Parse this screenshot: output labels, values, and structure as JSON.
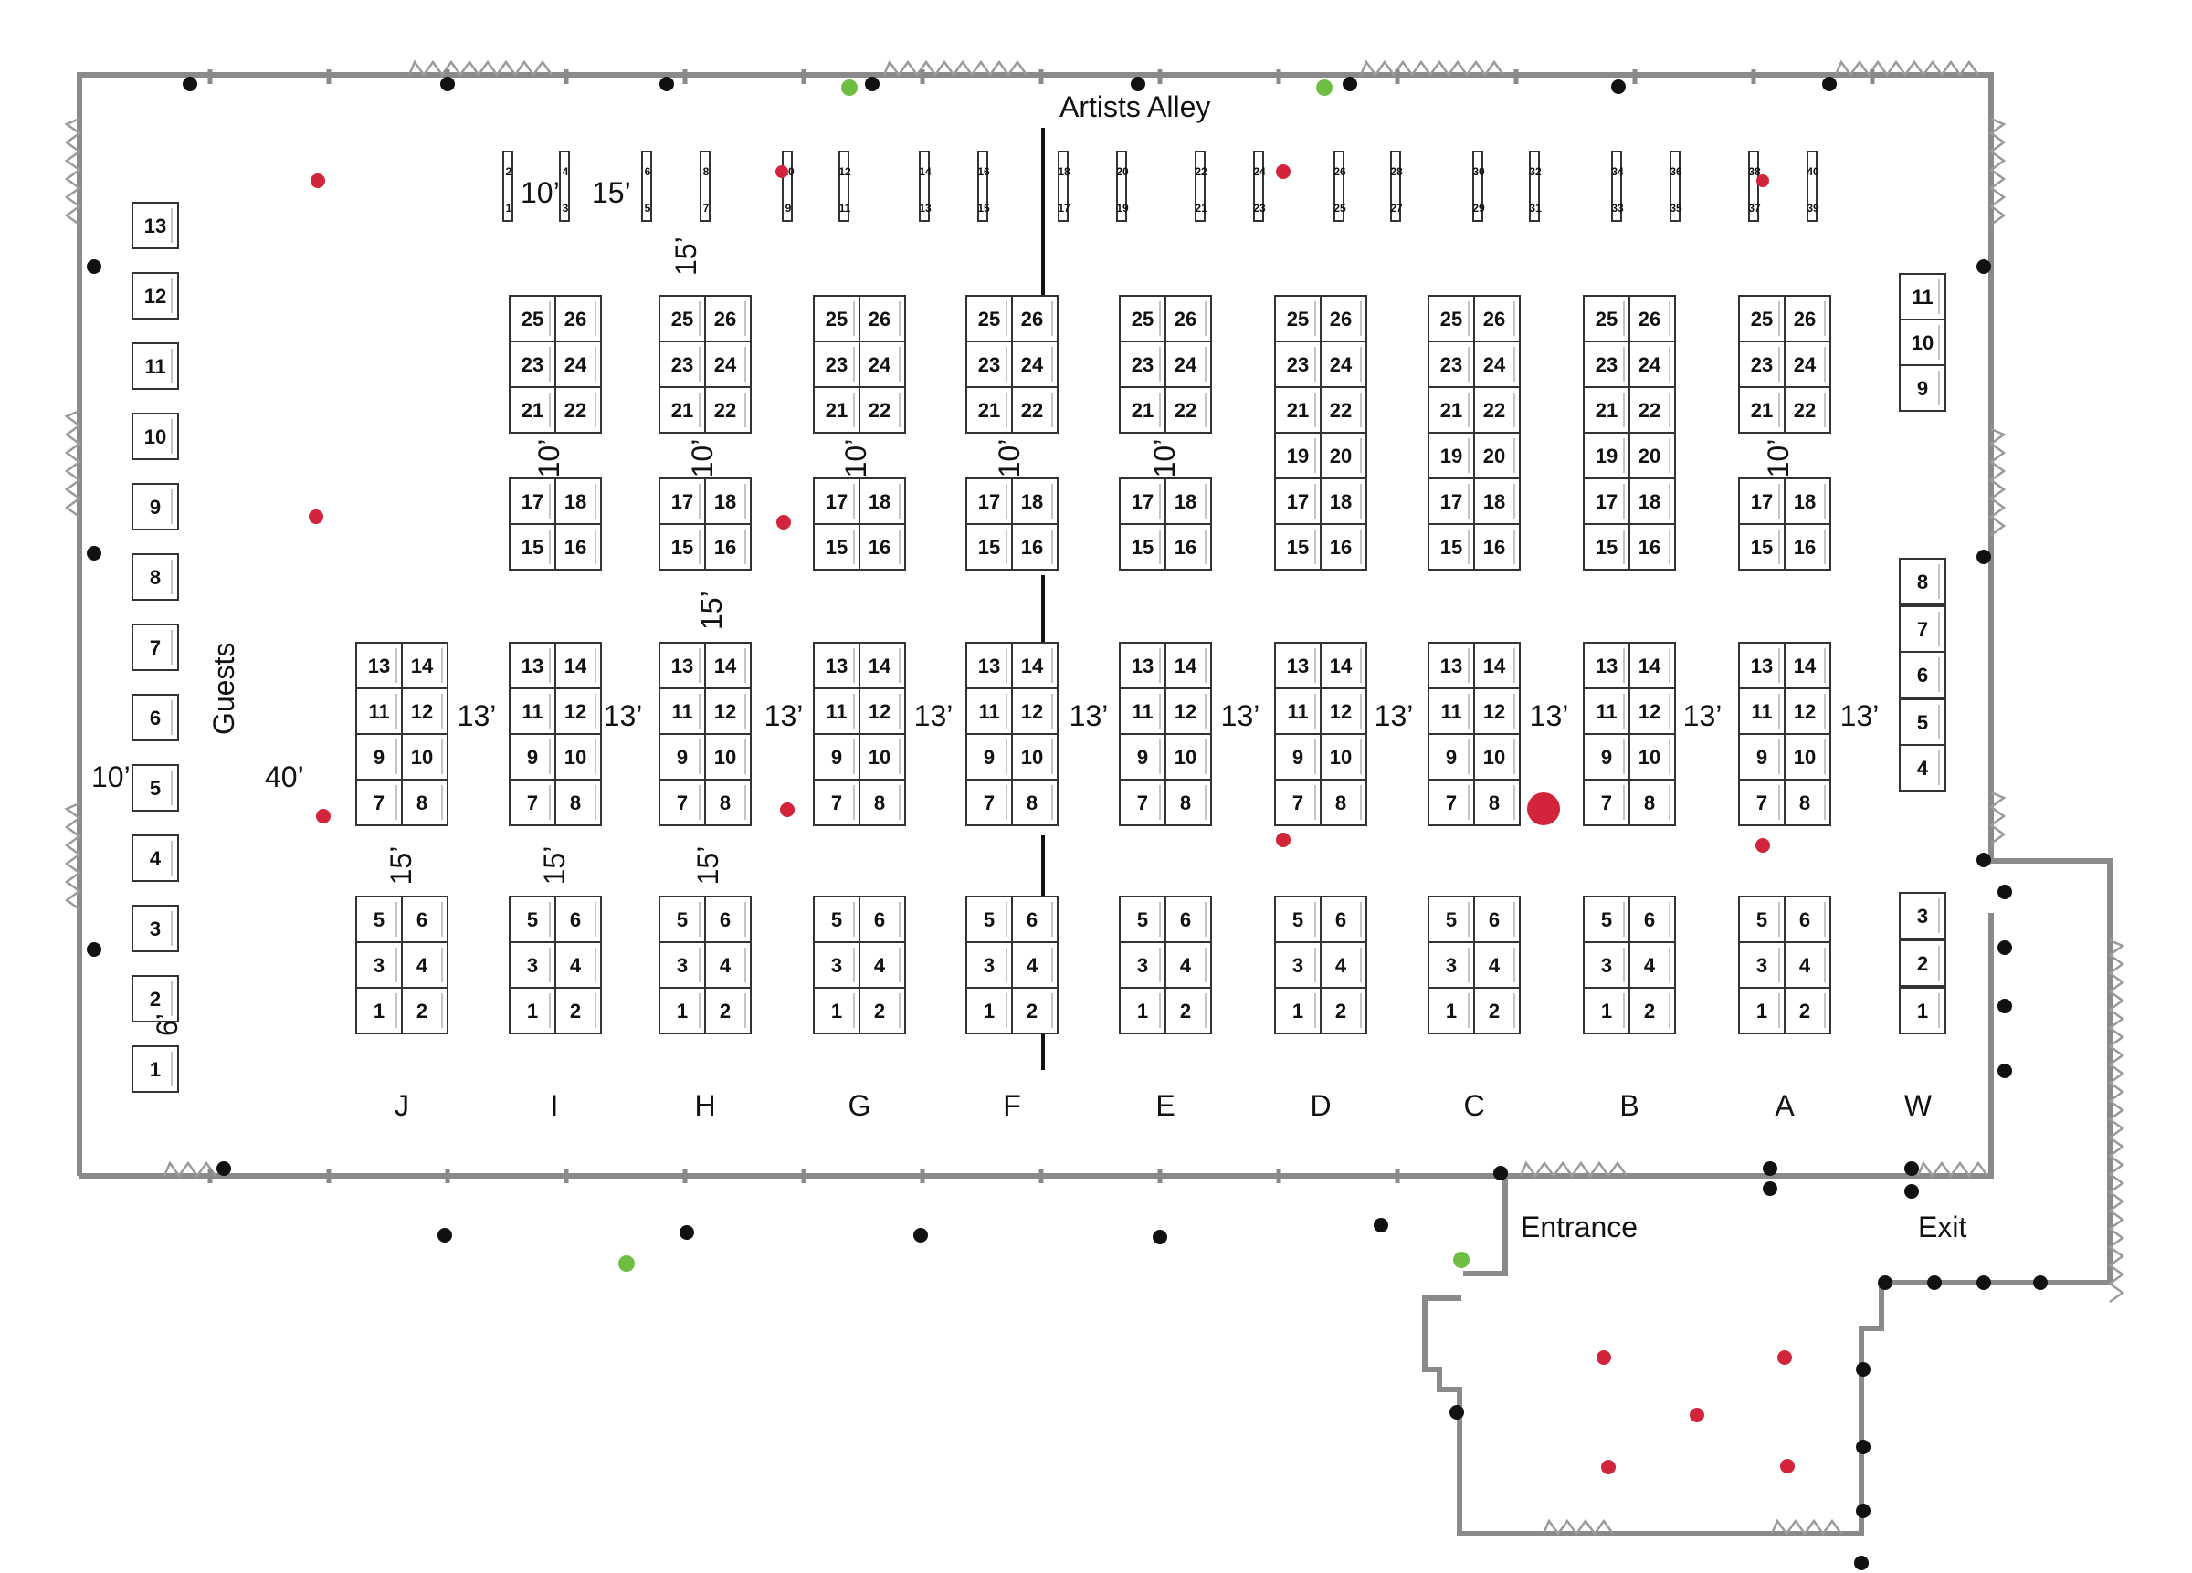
{
  "labels": {
    "artists_alley": "Artists Alley",
    "guests": "Guests",
    "entrance": "Entrance",
    "exit": "Exit"
  },
  "rows": [
    "J",
    "I",
    "H",
    "G",
    "F",
    "E",
    "D",
    "C",
    "B",
    "A",
    "W"
  ],
  "dimensions": {
    "aisle_width": "13’",
    "row_gap": "15’",
    "narrow_gap": "10’",
    "guests_gap": "40’",
    "left_gap": "10’",
    "guest_table": "6’"
  },
  "guest_tables": [
    "13",
    "12",
    "11",
    "10",
    "9",
    "8",
    "7",
    "6",
    "5",
    "4",
    "3",
    "2",
    "1"
  ],
  "w_tables": [
    "11",
    "10",
    "9",
    "8",
    "7",
    "6",
    "5",
    "4",
    "3",
    "2",
    "1"
  ],
  "artist_tables": [
    "1",
    "2",
    "3",
    "4",
    "5",
    "6",
    "7",
    "8",
    "9",
    "10",
    "11",
    "12",
    "13",
    "14",
    "15",
    "16",
    "17",
    "18",
    "19",
    "20",
    "21",
    "22",
    "23",
    "24",
    "25",
    "26",
    "27",
    "28",
    "29",
    "30",
    "31",
    "32",
    "33",
    "34",
    "35",
    "36",
    "37",
    "38",
    "39",
    "40"
  ],
  "colors": {
    "wall": "#8a8a8a",
    "post": "#111111",
    "red_marker": "#d2243a",
    "green_marker": "#6fbe44"
  }
}
